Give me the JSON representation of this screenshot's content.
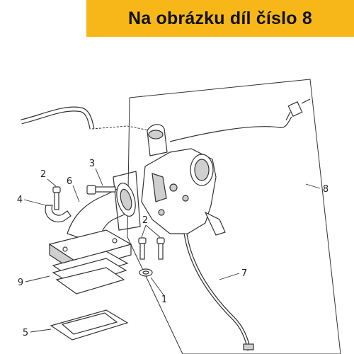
{
  "banner": {
    "text": "Na obrázku díl číslo 8",
    "background": "#f7b718"
  },
  "callouts": [
    {
      "id": "callout-1",
      "label": "1"
    },
    {
      "id": "callout-2a",
      "label": "2"
    },
    {
      "id": "callout-2b",
      "label": "2"
    },
    {
      "id": "callout-3",
      "label": "3"
    },
    {
      "id": "callout-4",
      "label": "4"
    },
    {
      "id": "callout-5",
      "label": "5"
    },
    {
      "id": "callout-6",
      "label": "6"
    },
    {
      "id": "callout-7",
      "label": "7"
    },
    {
      "id": "callout-8",
      "label": "8"
    },
    {
      "id": "callout-9",
      "label": "9"
    }
  ],
  "colors": {
    "line": "#333333",
    "part_fill": "#ffffff",
    "shade": "#cfcfcf"
  }
}
